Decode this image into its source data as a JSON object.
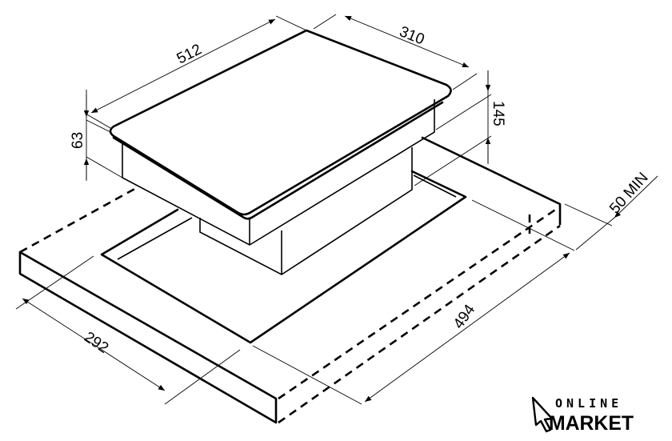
{
  "dimensions": {
    "depth_top": "512",
    "width_top": "310",
    "glass_height": "63",
    "total_height": "145",
    "min_distance": "50 MIN",
    "cutout_length": "494",
    "cutout_width": "292"
  },
  "logo": {
    "line1": "ONLINE",
    "line2": "MARKET"
  }
}
